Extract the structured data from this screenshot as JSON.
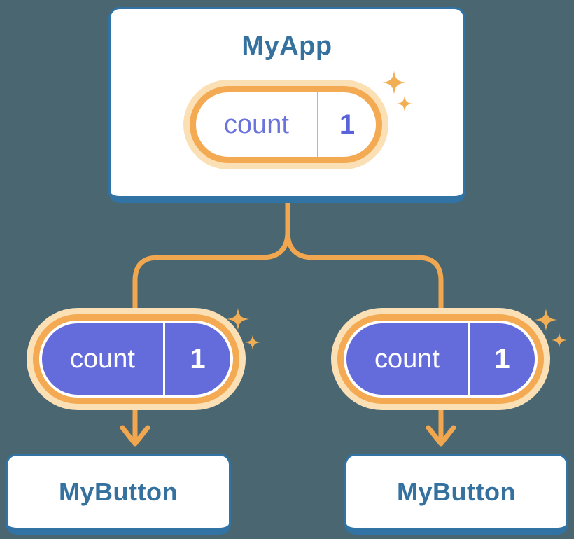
{
  "diagram": {
    "description": "React component tree showing shared state lifted to the parent",
    "root": {
      "title": "MyApp",
      "state": {
        "name": "count",
        "value": "1"
      }
    },
    "children": [
      {
        "title": "MyButton",
        "state": {
          "name": "count",
          "value": "1"
        }
      },
      {
        "title": "MyButton",
        "state": {
          "name": "count",
          "value": "1"
        }
      }
    ],
    "icons": {
      "sparkles": "sparkles-icon",
      "arrow": "arrow-down-icon"
    },
    "colors": {
      "background": "#4A6671",
      "card_border_blue": "#3073A4",
      "title_blue": "#35719F",
      "accent_orange": "#F3AA52",
      "halo_orange": "#FBE0B6",
      "state_purple": "#646CDB",
      "state_text_purple": "#6A72DC"
    }
  }
}
